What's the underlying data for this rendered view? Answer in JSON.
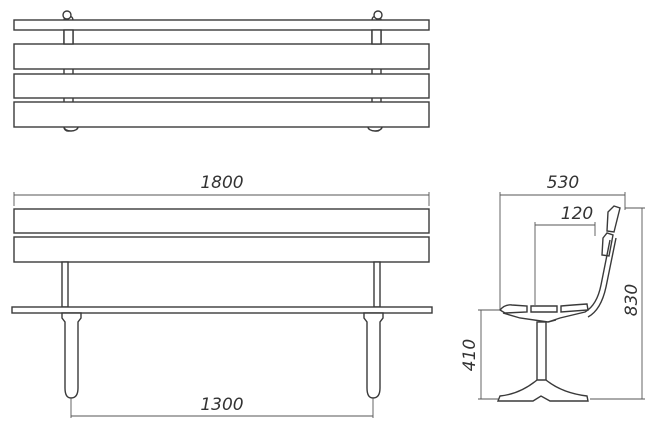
{
  "dimensions": {
    "overall_length": "1800",
    "leg_spacing": "1300",
    "depth": "530",
    "backrest_offset": "120",
    "total_height": "830",
    "seat_height": "410"
  },
  "colors": {
    "line": "#3a3a3a",
    "text": "#333333",
    "background": "#ffffff"
  }
}
